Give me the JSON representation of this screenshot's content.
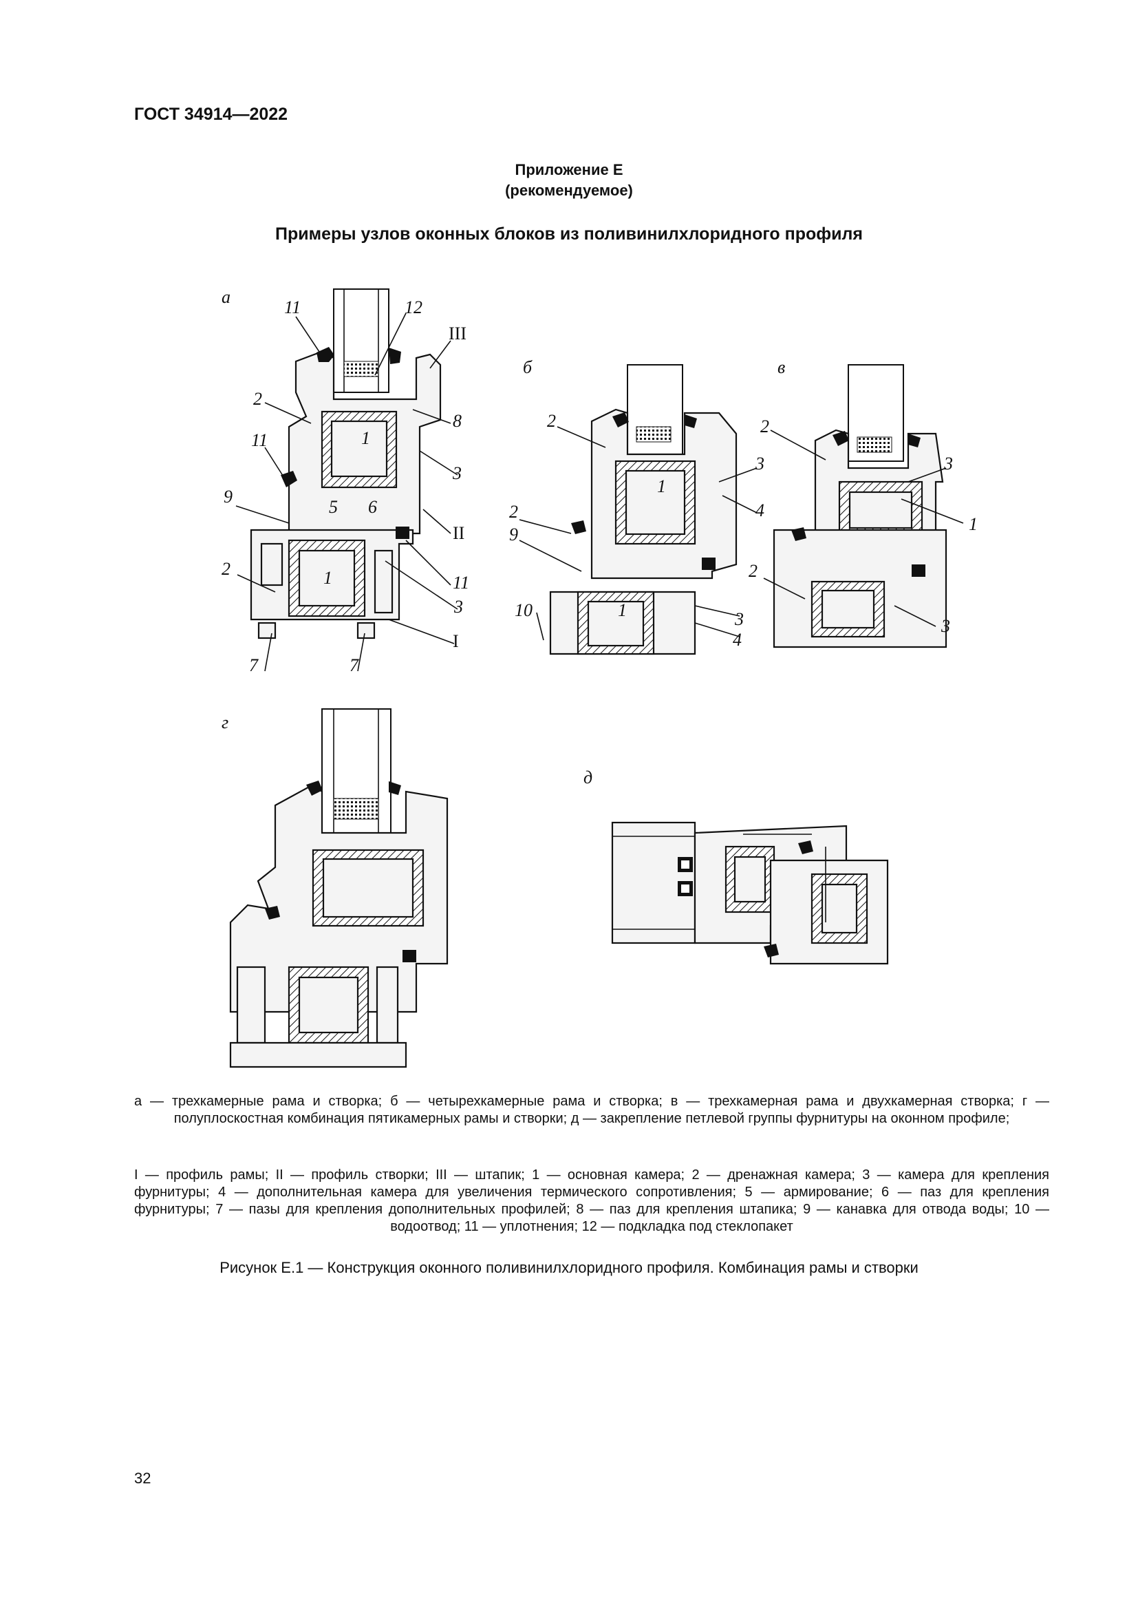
{
  "header": {
    "standard": "ГОСТ 34914—2022"
  },
  "annex": {
    "line1": "Приложение Е",
    "line2": "(рекомендуемое)"
  },
  "title": "Примеры узлов оконных блоков из поливинилхлоридного профиля",
  "panels": {
    "a": "а",
    "b": "б",
    "v": "в",
    "g": "г",
    "d": "д"
  },
  "figure_labels": {
    "a": [
      "11",
      "12",
      "III",
      "2",
      "8",
      "11",
      "3",
      "9",
      "5",
      "6",
      "II",
      "2",
      "1",
      "3",
      "11",
      "I",
      "7",
      "7"
    ],
    "b": [
      "2",
      "3",
      "1",
      "4",
      "2",
      "9",
      "1",
      "3",
      "10",
      "4"
    ],
    "v": [
      "2",
      "3",
      "1",
      "2",
      "3"
    ]
  },
  "caption_ab": "а — трехкамерные рама и створка; б — четырехкамерные рама и створка; в — трехкамерная рама и двухкамерная створка; г — полуплоскостная комбинация пятикамерных рамы и створки; д — закрепление петлевой группы фурнитуры на оконном профиле;",
  "caption_legend": "I — профиль рамы; II — профиль створки; III — штапик; 1 — основная камера; 2 — дренажная камера; 3 — камера для крепления фурнитуры; 4 — дополнительная камера для увеличения термического сопротивления; 5 — армирование; 6 — паз для крепления фурнитуры; 7 — пазы для крепления дополнительных профилей; 8 — паз для крепления штапика; 9 — канавка для отвода воды; 10 — водоотвод; 11 — уплотнения; 12 — подкладка под стеклопакет",
  "figure_title": "Рисунок Е.1 — Конструкция оконного поливинилхлоридного профиля. Комбинация рамы и створки",
  "page_number": "32"
}
